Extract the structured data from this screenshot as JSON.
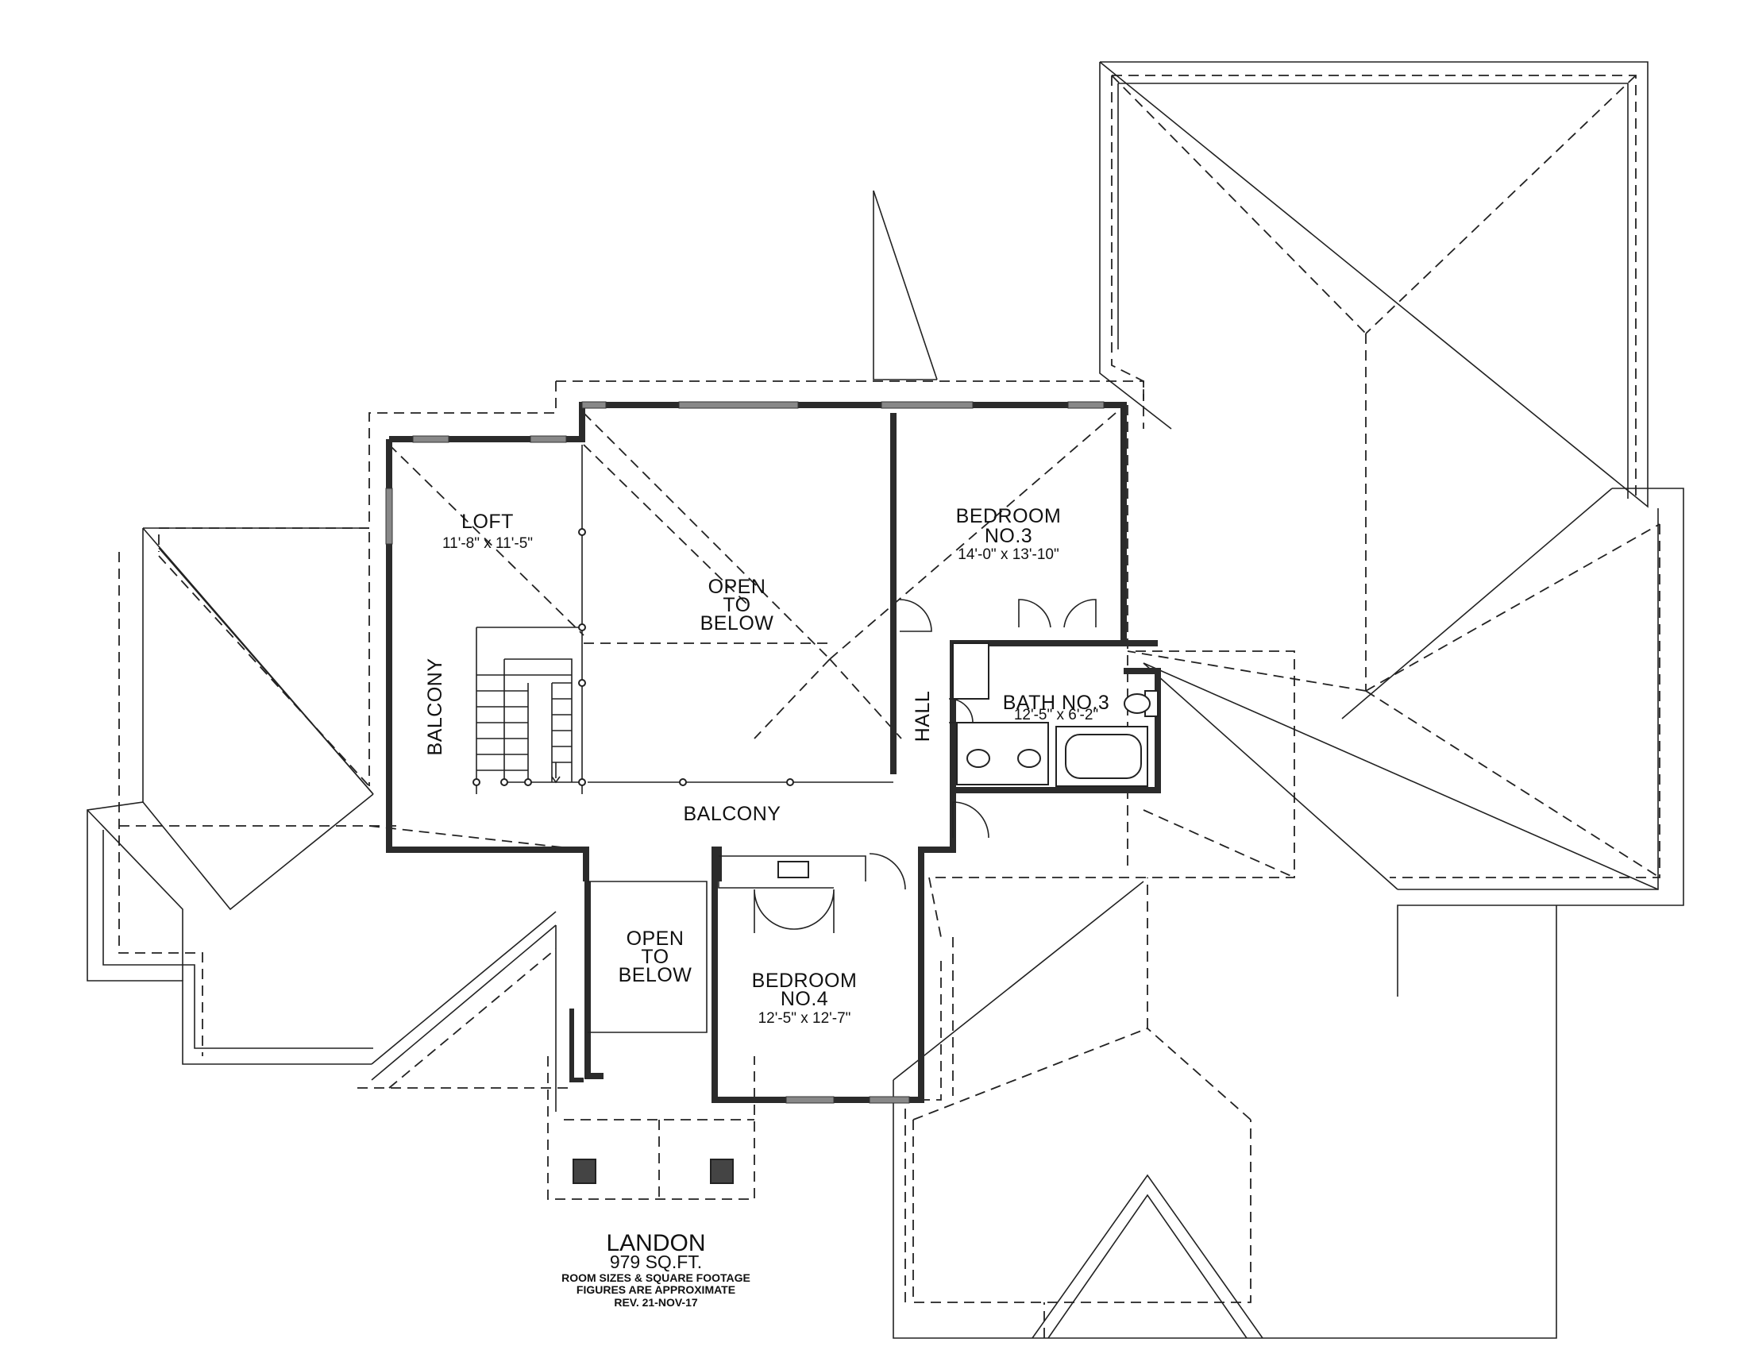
{
  "rooms": {
    "loft": {
      "name": "LOFT",
      "size": "11'-8\" x 11'-5\""
    },
    "bedroom3": {
      "name_line1": "BEDROOM",
      "name_line2": "NO.3",
      "size": "14'-0\" x 13'-10\""
    },
    "bath3": {
      "name": "BATH NO.3",
      "size": "12'-5\" x 6'-2\""
    },
    "open_to_below_main": {
      "line1": "OPEN",
      "line2": "TO",
      "line3": "BELOW"
    },
    "open_to_below_small": {
      "line1": "OPEN",
      "line2": "TO",
      "line3": "BELOW"
    },
    "balcony_vertical": "BALCONY",
    "balcony_horizontal": "BALCONY",
    "hall": "HALL",
    "bedroom4": {
      "name_line1": "BEDROOM",
      "name_line2": "NO.4",
      "size": "12'-5\" x 12'-7\""
    }
  },
  "title_block": {
    "plan_name": "LANDON",
    "area": "979 SQ.FT.",
    "note_line1": "ROOM SIZES & SQUARE FOOTAGE",
    "note_line2": "FIGURES ARE APPROXIMATE",
    "revision": "REV. 21-NOV-17"
  }
}
